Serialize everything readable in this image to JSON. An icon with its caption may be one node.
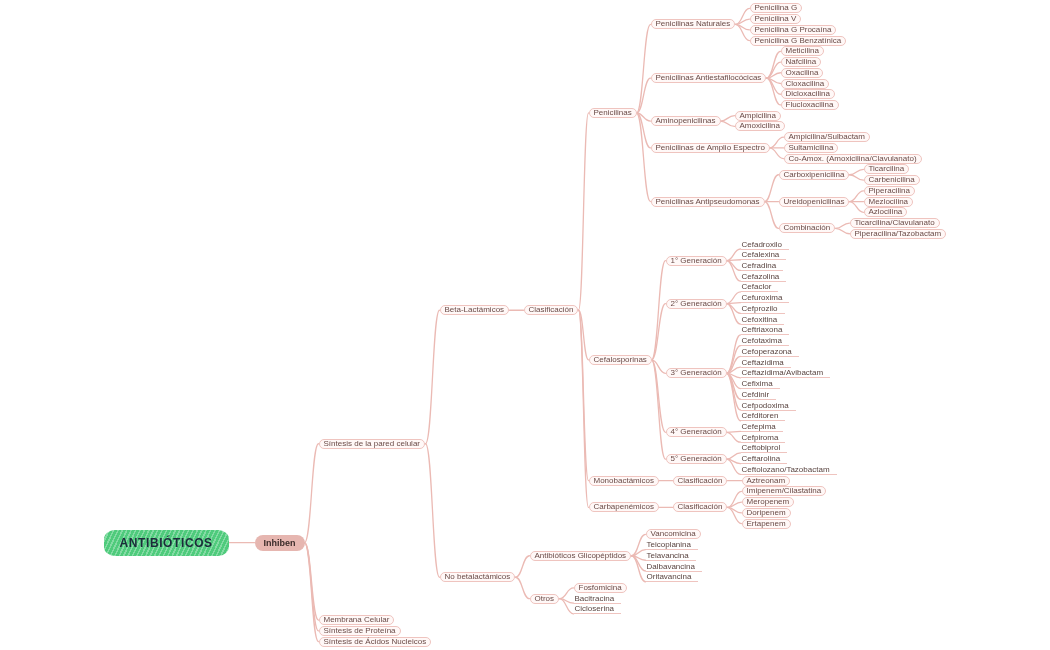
{
  "diagram": {
    "nodes": [
      {
        "text": [
          "ANTIBIÓTICOS"
        ]
      },
      {
        "text": [
          "Inhiben"
        ]
      },
      {
        "text": [
          "Síntesis de la pared celular"
        ]
      },
      {
        "text": [
          "Beta-Lactámicos"
        ]
      },
      {
        "text": [
          "Clasificación"
        ]
      },
      {
        "text": [
          "Penicilinas"
        ]
      },
      {
        "text": [
          "Penicilinas Naturales"
        ]
      },
      {
        "text": [
          "Penicilina G"
        ]
      },
      {
        "text": [
          "Penicilina V"
        ]
      },
      {
        "text": [
          "Penicilina G Procaína"
        ]
      },
      {
        "text": [
          "Penicilina G Benzatínica"
        ]
      },
      {
        "text": [
          "Penicilinas Antiestafilocócicas"
        ]
      },
      {
        "text": [
          "Meticilina"
        ]
      },
      {
        "text": [
          "Nafcilina"
        ]
      },
      {
        "text": [
          "Oxacilina"
        ]
      },
      {
        "text": [
          "Cloxacilina"
        ]
      },
      {
        "text": [
          "Dicloxacilina"
        ]
      },
      {
        "text": [
          "Flucloxacilina"
        ]
      },
      {
        "text": [
          "Aminopenicilinas"
        ]
      },
      {
        "text": [
          "Ampicilina"
        ]
      },
      {
        "text": [
          "Amoxicilina"
        ]
      },
      {
        "text": [
          "Penicilinas de Amplio Espectro"
        ]
      },
      {
        "text": [
          "Ampicilina/Sulbactam"
        ]
      },
      {
        "text": [
          "Sultamicilina"
        ]
      },
      {
        "text": [
          "Co-Amox. (Amoxicilina/Clavulanato)"
        ]
      },
      {
        "text": [
          "Penicilinas Antipseudomonas"
        ]
      },
      {
        "text": [
          "Carboxipenicilina"
        ]
      },
      {
        "text": [
          "Ticarcilina"
        ]
      },
      {
        "text": [
          "Carbenicilina"
        ]
      },
      {
        "text": [
          "Ureidopenicilinas"
        ]
      },
      {
        "text": [
          "Piperacilina"
        ]
      },
      {
        "text": [
          "Mezlocilina"
        ]
      },
      {
        "text": [
          "Azlocilina"
        ]
      },
      {
        "text": [
          "Combinación"
        ]
      },
      {
        "text": [
          "Ticarcilina/Clavulanato"
        ]
      },
      {
        "text": [
          "Piperacilina/Tazobactam"
        ]
      },
      {
        "text": [
          "Cefalosporinas"
        ]
      },
      {
        "text": [
          "1° Generación"
        ]
      },
      {
        "text": [
          "Cefadroxilo"
        ]
      },
      {
        "text": [
          "Cefalexina"
        ]
      },
      {
        "text": [
          "Cefradina"
        ]
      },
      {
        "text": [
          "Cefazolina"
        ]
      },
      {
        "text": [
          "2° Generación"
        ]
      },
      {
        "text": [
          "Cefaclor"
        ]
      },
      {
        "text": [
          "Cefuroxima"
        ]
      },
      {
        "text": [
          "Cefprozilo"
        ]
      },
      {
        "text": [
          "Cefoxitina"
        ]
      },
      {
        "text": [
          "3° Generación"
        ]
      },
      {
        "text": [
          "Ceftriaxona"
        ]
      },
      {
        "text": [
          "Cefotaxima"
        ]
      },
      {
        "text": [
          "Cefoperazona"
        ]
      },
      {
        "text": [
          "Ceftazidima"
        ]
      },
      {
        "text": [
          "Ceftazidima/Avibactam"
        ]
      },
      {
        "text": [
          "Cefixima"
        ]
      },
      {
        "text": [
          "Cefdinir"
        ]
      },
      {
        "text": [
          "Cefpodoxima"
        ]
      },
      {
        "text": [
          "Cefditoren"
        ]
      },
      {
        "text": [
          "4° Generación"
        ]
      },
      {
        "text": [
          "Cefepima"
        ]
      },
      {
        "text": [
          "Cefpiroma"
        ]
      },
      {
        "text": [
          "5° Generación"
        ]
      },
      {
        "text": [
          "Ceftobiprol"
        ]
      },
      {
        "text": [
          "Ceftarolina"
        ]
      },
      {
        "text": [
          "Ceftolozano/Tazobactam"
        ]
      },
      {
        "text": [
          "Monobactámicos"
        ]
      },
      {
        "text": [
          "Clasificación"
        ]
      },
      {
        "text": [
          "Aztreonam"
        ]
      },
      {
        "text": [
          "Carbapenémicos"
        ]
      },
      {
        "text": [
          "Clasificación"
        ]
      },
      {
        "text": [
          "Imipenem/Cilastatina"
        ]
      },
      {
        "text": [
          "Meropenem"
        ]
      },
      {
        "text": [
          "Doripenem"
        ]
      },
      {
        "text": [
          "Ertapenem"
        ]
      },
      {
        "text": [
          "No betalactámicos"
        ]
      },
      {
        "text": [
          "Antibióticos Glicopéptidos"
        ]
      },
      {
        "text": [
          "Vancomicina"
        ]
      },
      {
        "text": [
          "Teicoplanina"
        ]
      },
      {
        "text": [
          "Telavancina"
        ]
      },
      {
        "text": [
          "Dalbavancina"
        ]
      },
      {
        "text": [
          "Oritavancina"
        ]
      },
      {
        "text": [
          "Otros"
        ]
      },
      {
        "text": [
          "Fosfomicina"
        ]
      },
      {
        "text": [
          "Bacitracina"
        ]
      },
      {
        "text": [
          "Cicloserina"
        ]
      },
      {
        "text": [
          "Membrana Celular"
        ]
      },
      {
        "text": [
          "Síntesis de Proteína"
        ]
      },
      {
        "text": [
          "Síntesis de Ácidos Nucleicos"
        ]
      }
    ],
    "edges": [
      {
        "from": 0,
        "to": 1,
        "arrow": "none"
      },
      {
        "from": 1,
        "to": 2,
        "arrow": "none"
      },
      {
        "from": 1,
        "to": 84,
        "arrow": "none"
      },
      {
        "from": 1,
        "to": 85,
        "arrow": "none"
      },
      {
        "from": 1,
        "to": 86,
        "arrow": "none"
      },
      {
        "from": 2,
        "to": 3,
        "arrow": "none"
      },
      {
        "from": 2,
        "to": 73,
        "arrow": "none"
      },
      {
        "from": 3,
        "to": 4,
        "arrow": "none"
      },
      {
        "from": 4,
        "to": 5,
        "arrow": "none"
      },
      {
        "from": 4,
        "to": 36,
        "arrow": "none"
      },
      {
        "from": 4,
        "to": 64,
        "arrow": "none"
      },
      {
        "from": 4,
        "to": 67,
        "arrow": "none"
      },
      {
        "from": 5,
        "to": 6,
        "arrow": "none"
      },
      {
        "from": 6,
        "to": 7,
        "arrow": "none"
      },
      {
        "from": 6,
        "to": 8,
        "arrow": "none"
      },
      {
        "from": 6,
        "to": 9,
        "arrow": "none"
      },
      {
        "from": 6,
        "to": 10,
        "arrow": "none"
      },
      {
        "from": 5,
        "to": 11,
        "arrow": "none"
      },
      {
        "from": 11,
        "to": 12,
        "arrow": "none"
      },
      {
        "from": 11,
        "to": 13,
        "arrow": "none"
      },
      {
        "from": 11,
        "to": 14,
        "arrow": "none"
      },
      {
        "from": 11,
        "to": 15,
        "arrow": "none"
      },
      {
        "from": 11,
        "to": 16,
        "arrow": "none"
      },
      {
        "from": 11,
        "to": 17,
        "arrow": "none"
      },
      {
        "from": 5,
        "to": 18,
        "arrow": "none"
      },
      {
        "from": 18,
        "to": 19,
        "arrow": "none"
      },
      {
        "from": 18,
        "to": 20,
        "arrow": "none"
      },
      {
        "from": 5,
        "to": 21,
        "arrow": "none"
      },
      {
        "from": 21,
        "to": 22,
        "arrow": "none"
      },
      {
        "from": 21,
        "to": 23,
        "arrow": "none"
      },
      {
        "from": 21,
        "to": 24,
        "arrow": "none"
      },
      {
        "from": 5,
        "to": 25,
        "arrow": "none"
      },
      {
        "from": 25,
        "to": 26,
        "arrow": "none"
      },
      {
        "from": 26,
        "to": 27,
        "arrow": "none"
      },
      {
        "from": 26,
        "to": 28,
        "arrow": "none"
      },
      {
        "from": 25,
        "to": 29,
        "arrow": "none"
      },
      {
        "from": 29,
        "to": 30,
        "arrow": "none"
      },
      {
        "from": 29,
        "to": 31,
        "arrow": "none"
      },
      {
        "from": 29,
        "to": 32,
        "arrow": "none"
      },
      {
        "from": 25,
        "to": 33,
        "arrow": "none"
      },
      {
        "from": 33,
        "to": 34,
        "arrow": "none"
      },
      {
        "from": 33,
        "to": 35,
        "arrow": "none"
      },
      {
        "from": 36,
        "to": 37,
        "arrow": "none"
      },
      {
        "from": 37,
        "to": 38,
        "arrow": "none"
      },
      {
        "from": 37,
        "to": 39,
        "arrow": "none"
      },
      {
        "from": 37,
        "to": 40,
        "arrow": "none"
      },
      {
        "from": 37,
        "to": 41,
        "arrow": "none"
      },
      {
        "from": 36,
        "to": 42,
        "arrow": "none"
      },
      {
        "from": 42,
        "to": 43,
        "arrow": "none"
      },
      {
        "from": 42,
        "to": 44,
        "arrow": "none"
      },
      {
        "from": 42,
        "to": 45,
        "arrow": "none"
      },
      {
        "from": 42,
        "to": 46,
        "arrow": "none"
      },
      {
        "from": 36,
        "to": 47,
        "arrow": "none"
      },
      {
        "from": 47,
        "to": 48,
        "arrow": "none"
      },
      {
        "from": 47,
        "to": 49,
        "arrow": "none"
      },
      {
        "from": 47,
        "to": 50,
        "arrow": "none"
      },
      {
        "from": 47,
        "to": 51,
        "arrow": "none"
      },
      {
        "from": 47,
        "to": 52,
        "arrow": "none"
      },
      {
        "from": 47,
        "to": 53,
        "arrow": "none"
      },
      {
        "from": 47,
        "to": 54,
        "arrow": "none"
      },
      {
        "from": 47,
        "to": 55,
        "arrow": "none"
      },
      {
        "from": 47,
        "to": 56,
        "arrow": "none"
      },
      {
        "from": 36,
        "to": 57,
        "arrow": "none"
      },
      {
        "from": 57,
        "to": 58,
        "arrow": "none"
      },
      {
        "from": 57,
        "to": 59,
        "arrow": "none"
      },
      {
        "from": 36,
        "to": 60,
        "arrow": "none"
      },
      {
        "from": 60,
        "to": 61,
        "arrow": "none"
      },
      {
        "from": 60,
        "to": 62,
        "arrow": "none"
      },
      {
        "from": 60,
        "to": 63,
        "arrow": "none"
      },
      {
        "from": 64,
        "to": 65,
        "arrow": "none"
      },
      {
        "from": 65,
        "to": 66,
        "arrow": "none"
      },
      {
        "from": 67,
        "to": 68,
        "arrow": "none"
      },
      {
        "from": 68,
        "to": 69,
        "arrow": "none"
      },
      {
        "from": 68,
        "to": 70,
        "arrow": "none"
      },
      {
        "from": 68,
        "to": 71,
        "arrow": "none"
      },
      {
        "from": 68,
        "to": 72,
        "arrow": "none"
      },
      {
        "from": 73,
        "to": 74,
        "arrow": "none"
      },
      {
        "from": 74,
        "to": 75,
        "arrow": "none"
      },
      {
        "from": 74,
        "to": 76,
        "arrow": "none"
      },
      {
        "from": 74,
        "to": 77,
        "arrow": "none"
      },
      {
        "from": 74,
        "to": 78,
        "arrow": "none"
      },
      {
        "from": 74,
        "to": 79,
        "arrow": "none"
      },
      {
        "from": 73,
        "to": 80,
        "arrow": "none"
      },
      {
        "from": 80,
        "to": 81,
        "arrow": "none"
      },
      {
        "from": 80,
        "to": 82,
        "arrow": "none"
      },
      {
        "from": 80,
        "to": 83,
        "arrow": "none"
      }
    ]
  }
}
